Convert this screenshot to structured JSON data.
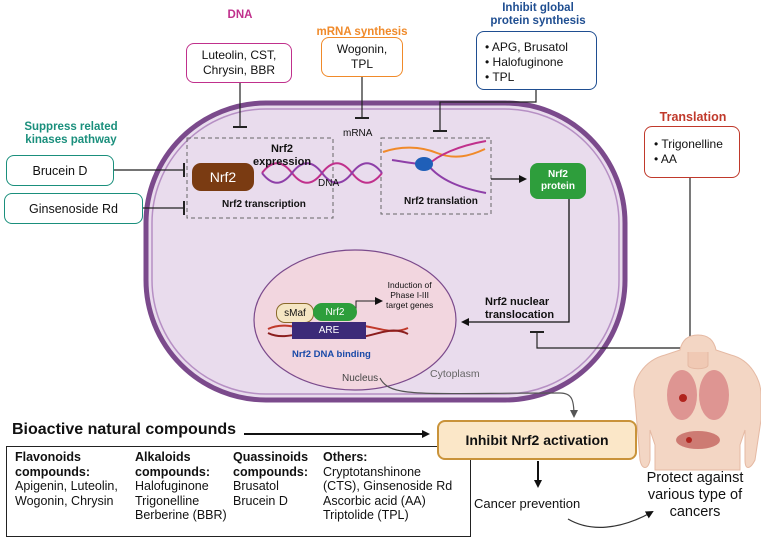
{
  "colors": {
    "dna": "#c0308c",
    "mrna": "#f08a2a",
    "protein": "#1f4e91",
    "kinase": "#1a8f7c",
    "translation": "#c0392b",
    "cell_fill": "#e9dced",
    "cell_border": "#7b4a8c",
    "nucleus_fill": "#f2d6df",
    "nrf2_brown": "#7a3b12",
    "nrf2_green": "#2e9e3c",
    "are_purple": "#3c2a78",
    "inhibit_fill": "#fbe7c8",
    "inhibit_border": "#c9933a",
    "dna_binding_text": "#1a4aa8"
  },
  "dna": {
    "title": "DNA",
    "items": [
      "Luteolin, CST,",
      "Chrysin, BBR"
    ]
  },
  "mrna_synthesis": {
    "title": "mRNA synthesis",
    "items": [
      "Wogonin,",
      "TPL"
    ]
  },
  "global_protein": {
    "title_line1": "Inhibit global",
    "title_line2": "protein synthesis",
    "items": [
      "• APG, Brusatol",
      "• Halofuginone",
      "• TPL"
    ]
  },
  "kinase": {
    "title_line1": "Suppress related",
    "title_line2": "kinases pathway",
    "item1": "Brucein D",
    "item2": "Ginsenoside Rd"
  },
  "translation": {
    "title": "Translation",
    "items": [
      "• Trigonelline",
      "• AA"
    ]
  },
  "cell": {
    "nrf2_label": "Nrf2",
    "expression_line1": "Nrf2",
    "expression_line2": "expression",
    "transcription_label": "Nrf2 transcription",
    "dna_label": "DNA",
    "mrna_label": "mRNA",
    "translation_label": "Nrf2 translation",
    "protein_line1": "Nrf2",
    "protein_line2": "protein",
    "nuclear_line1": "Nrf2 nuclear",
    "nuclear_line2": "translocation",
    "cytoplasm_label": "Cytoplasm",
    "nucleus_label": "Nucleus",
    "smaf_label": "sMaf",
    "nrf2_small_label": "Nrf2",
    "are_label": "ARE",
    "dna_binding_label": "Nrf2 DNA binding",
    "induction_lines": [
      "Induction of",
      "Phase  I-III",
      "target genes"
    ]
  },
  "bioactive": {
    "title": "Bioactive natural compounds",
    "columns": [
      {
        "head1": "Flavonoids",
        "head2": "compounds:",
        "items": [
          "Apigenin, Luteolin,",
          "Wogonin, Chrysin"
        ]
      },
      {
        "head1": "Alkaloids",
        "head2": "compounds:",
        "items": [
          "Halofuginone",
          "Trigonelline",
          "Berberine (BBR)"
        ]
      },
      {
        "head1": "Quassinoids",
        "head2": "compounds:",
        "items": [
          "Brusatol",
          "Brucein D"
        ]
      },
      {
        "head1": "Others:",
        "head2": "",
        "items": [
          "Cryptotanshinone",
          "(CTS), Ginsenoside Rd",
          "Ascorbic acid (AA)",
          "Triptolide (TPL)"
        ]
      }
    ]
  },
  "inhibit_box": {
    "label": "Inhibit Nrf2 activation"
  },
  "outcomes": {
    "cancer_prevention": "Cancer prevention",
    "protect_line1": "Protect against",
    "protect_line2": "various type of",
    "protect_line3": "cancers"
  }
}
